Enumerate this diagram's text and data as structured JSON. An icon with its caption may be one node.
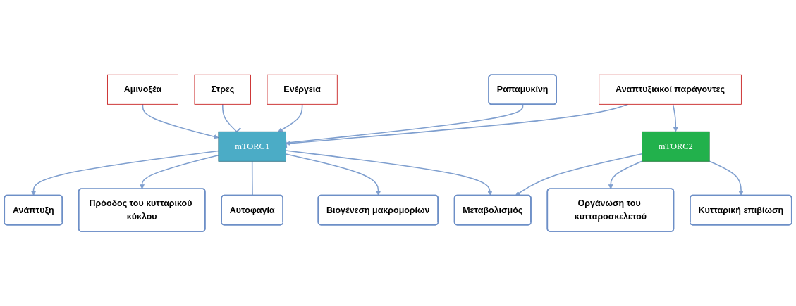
{
  "diagram": {
    "nodes": [
      {
        "text": [
          "Αμινοξέα"
        ]
      },
      {
        "text": [
          "Στρες"
        ]
      },
      {
        "text": [
          "Ενέργεια"
        ]
      },
      {
        "text": [
          "Αναπτυξιακοί παράγοντες"
        ]
      },
      {
        "text": [
          "Ραπαμυκίνη"
        ]
      },
      {
        "text": [
          "mTORC1"
        ]
      },
      {
        "text": [
          "mTORC2"
        ]
      },
      {
        "text": [
          "Ανάπτυξη"
        ]
      },
      {
        "text": [
          "Πρόοδος του κυτταρικού κύκλου"
        ]
      },
      {
        "text": [
          "Αυτοφαγία"
        ]
      },
      {
        "text": [
          "Βιογένεση μακρομορίων"
        ]
      },
      {
        "text": [
          "Μεταβολισμός"
        ]
      },
      {
        "text": [
          "Οργάνωση του κυτταροσκελετού"
        ]
      },
      {
        "text": [
          "Κυτταρική επιβίωση"
        ]
      }
    ],
    "edges": [
      {
        "from": 0,
        "to": 5,
        "arrow": "to"
      },
      {
        "from": 1,
        "to": 5,
        "arrow": "other"
      },
      {
        "from": 2,
        "to": 5,
        "arrow": "to"
      },
      {
        "from": 3,
        "to": 5,
        "arrow": "to"
      },
      {
        "from": 3,
        "to": 6,
        "arrow": "to"
      },
      {
        "from": 4,
        "to": 5,
        "arrow": "other"
      },
      {
        "from": 5,
        "to": 7,
        "arrow": "to"
      },
      {
        "from": 5,
        "to": 8,
        "arrow": "to"
      },
      {
        "from": 5,
        "to": 9,
        "arrow": "other"
      },
      {
        "from": 5,
        "to": 10,
        "arrow": "to"
      },
      {
        "from": 5,
        "to": 11,
        "arrow": "to"
      },
      {
        "from": 6,
        "to": 11,
        "arrow": "to"
      },
      {
        "from": 6,
        "to": 12,
        "arrow": "to"
      },
      {
        "from": 6,
        "to": 13,
        "arrow": "to"
      }
    ]
  }
}
